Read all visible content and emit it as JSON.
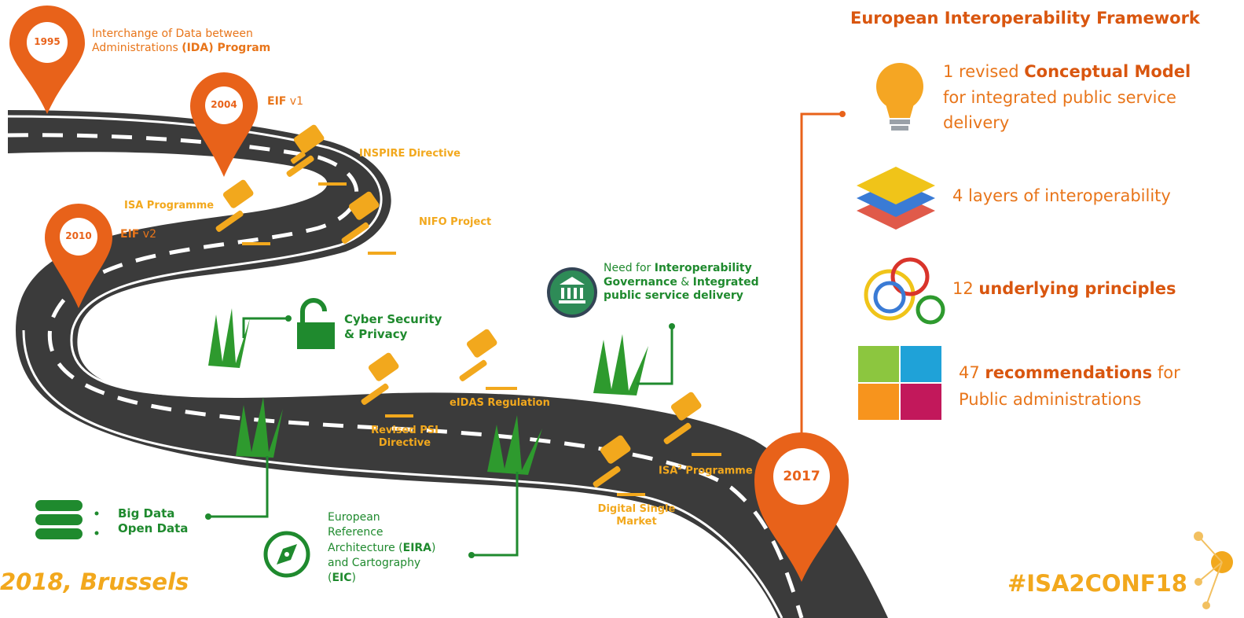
{
  "milestones": {
    "m1995": {
      "year": "1995",
      "text_a": "Interchange of Data between",
      "text_b": "Administrations ",
      "text_bold": "(IDA) Program"
    },
    "m2004": {
      "year": "2004",
      "label": "EIF",
      "version": " v1"
    },
    "m2010": {
      "year": "2010",
      "label": "EIF",
      "version": " v2"
    },
    "m2017": {
      "year": "2017"
    }
  },
  "gavels": {
    "inspire": "INSPIRE Directive",
    "isa": "ISA Programme",
    "nifo": "NIFO Project",
    "eidas": "eIDAS Regulation",
    "psi_a": "Revised PSI",
    "psi_b": "Directive",
    "dsm_a": "Digital Single",
    "dsm_b": "Market",
    "isa2_a": "ISA",
    "isa2_sup": "2",
    "isa2_b": " Programme"
  },
  "callouts": {
    "cyber_a": "Cyber Security",
    "cyber_b": "& Privacy",
    "gov_prefix": "Need for ",
    "gov_bold1": "Interoperability",
    "gov_bold2": "Governance",
    "gov_amp": " & ",
    "gov_bold3": "Integrated",
    "gov_bold4": "public service delivery",
    "bigdata": "Big Data",
    "opendata": "Open Data",
    "eira_1": "European",
    "eira_2": "Reference",
    "eira_3": "Architecture (",
    "eira_3b": "EIRA",
    "eira_3c": ")",
    "eira_4": "and Cartography",
    "eira_5a": "(",
    "eira_5b": "EIC",
    "eira_5c": ")"
  },
  "eif": {
    "title": "European Interoperability Framework",
    "items": [
      {
        "pre": "1 revised ",
        "bold": "Conceptual Model",
        "post": "",
        "line2": "for integrated public service",
        "line3": "delivery",
        "icon": "lightbulb-icon"
      },
      {
        "pre": "4 layers of interoperability",
        "bold": "",
        "post": "",
        "icon": "layers-icon"
      },
      {
        "pre": "12 ",
        "bold": "underlying principles",
        "post": "",
        "icon": "circles-icon"
      },
      {
        "pre": "47 ",
        "bold": "recommendations",
        "post": " for",
        "line2": "Public administrations",
        "icon": "puzzle-icon"
      }
    ]
  },
  "footer": {
    "left": "2018, Brussels",
    "right": "#ISA2CONF18"
  },
  "colors": {
    "orange": "#e8621a",
    "gold": "#f2a81d",
    "green": "#1f8a2e",
    "road": "#3b3b3b"
  }
}
